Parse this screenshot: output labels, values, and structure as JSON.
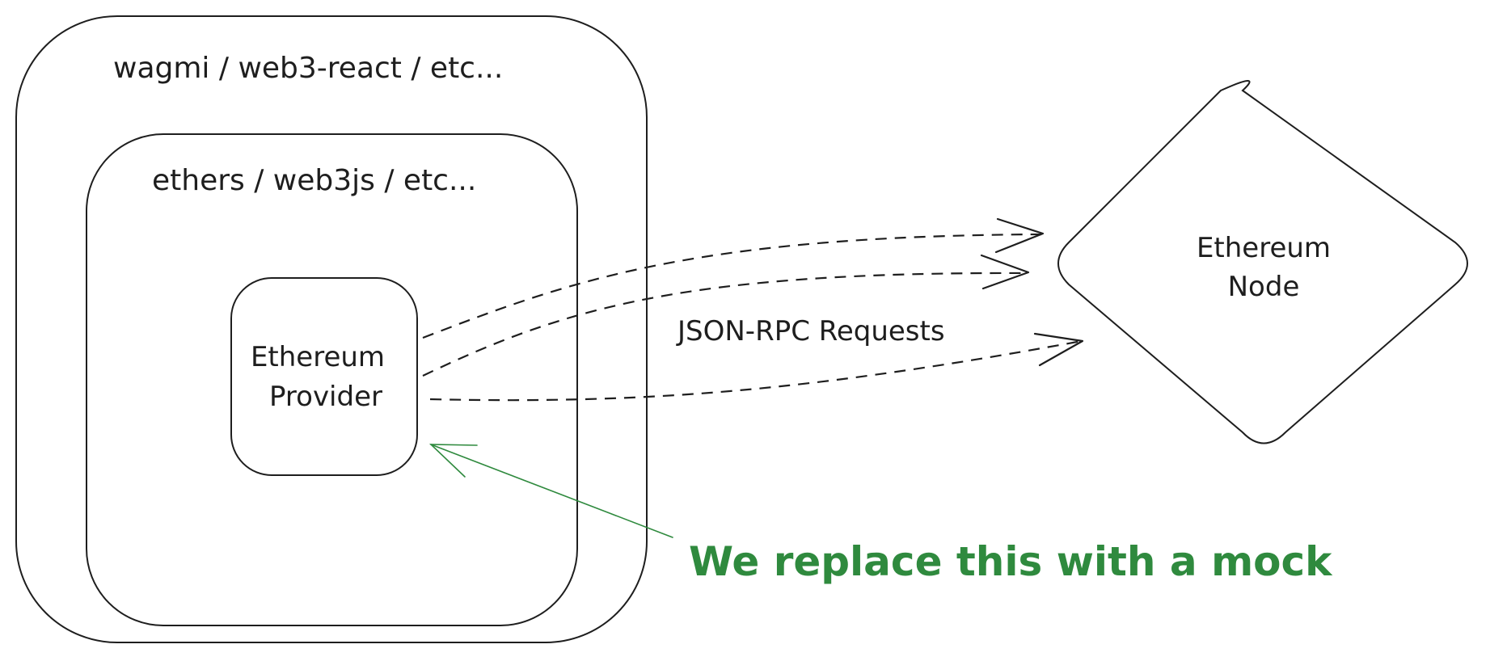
{
  "containers": {
    "outer": {
      "label": "wagmi / web3-react / etc..."
    },
    "inner": {
      "label": "ethers / web3js / etc..."
    },
    "provider": {
      "line1": "Ethereum",
      "line2": "Provider"
    }
  },
  "node": {
    "line1": "Ethereum",
    "line2": "Node"
  },
  "arrows": {
    "label": "JSON-RPC Requests",
    "count": 3
  },
  "annotation": {
    "text": "We replace this with a mock",
    "color": "#2f8a3e"
  },
  "colors": {
    "stroke": "#1e1e1e",
    "background": "#ffffff"
  }
}
